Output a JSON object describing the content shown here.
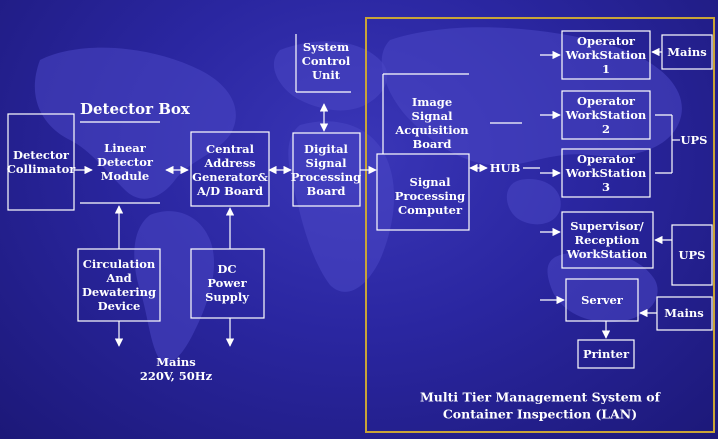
{
  "diagram": {
    "detector_box_title": "Detector Box",
    "lan_caption": [
      "Multi Tier Management System of",
      "Container Inspection (LAN)"
    ],
    "nodes": {
      "detector_collimator": [
        "Detector",
        "Collimator"
      ],
      "linear_detector_module": [
        "Linear",
        "Detector",
        "Module"
      ],
      "central_address_generator": [
        "Central",
        "Address",
        "Generator&",
        "A/D Board"
      ],
      "digital_signal_processing_board": [
        "Digital",
        "Signal",
        "Processing",
        "Board"
      ],
      "system_control_unit": [
        "System",
        "Control",
        "Unit"
      ],
      "circulation_dewatering_device": [
        "Circulation",
        "And",
        "Dewatering",
        "Device"
      ],
      "dc_power_supply": [
        "DC",
        "Power",
        "Supply"
      ],
      "mains_220v": [
        "Mains",
        "220V, 50Hz"
      ],
      "image_signal_acquisition_board": [
        "Image",
        "Signal",
        "Acquisition",
        "Board"
      ],
      "signal_processing_computer": [
        "Signal",
        "Processing",
        "Computer"
      ],
      "hub": [
        "HUB"
      ],
      "operator_workstation_1": [
        "Operator",
        "WorkStation",
        "1"
      ],
      "operator_workstation_2": [
        "Operator",
        "WorkStation",
        "2"
      ],
      "operator_workstation_3": [
        "Operator",
        "WorkStation",
        "3"
      ],
      "supervisor_reception_workstation": [
        "Supervisor/",
        "Reception",
        "WorkStation"
      ],
      "server": [
        "Server"
      ],
      "printer": [
        "Printer"
      ],
      "mains_ws1": [
        "Mains"
      ],
      "ups_ws23": [
        "UPS"
      ],
      "ups_supervisor": [
        "UPS"
      ],
      "mains_server": [
        "Mains"
      ]
    }
  }
}
